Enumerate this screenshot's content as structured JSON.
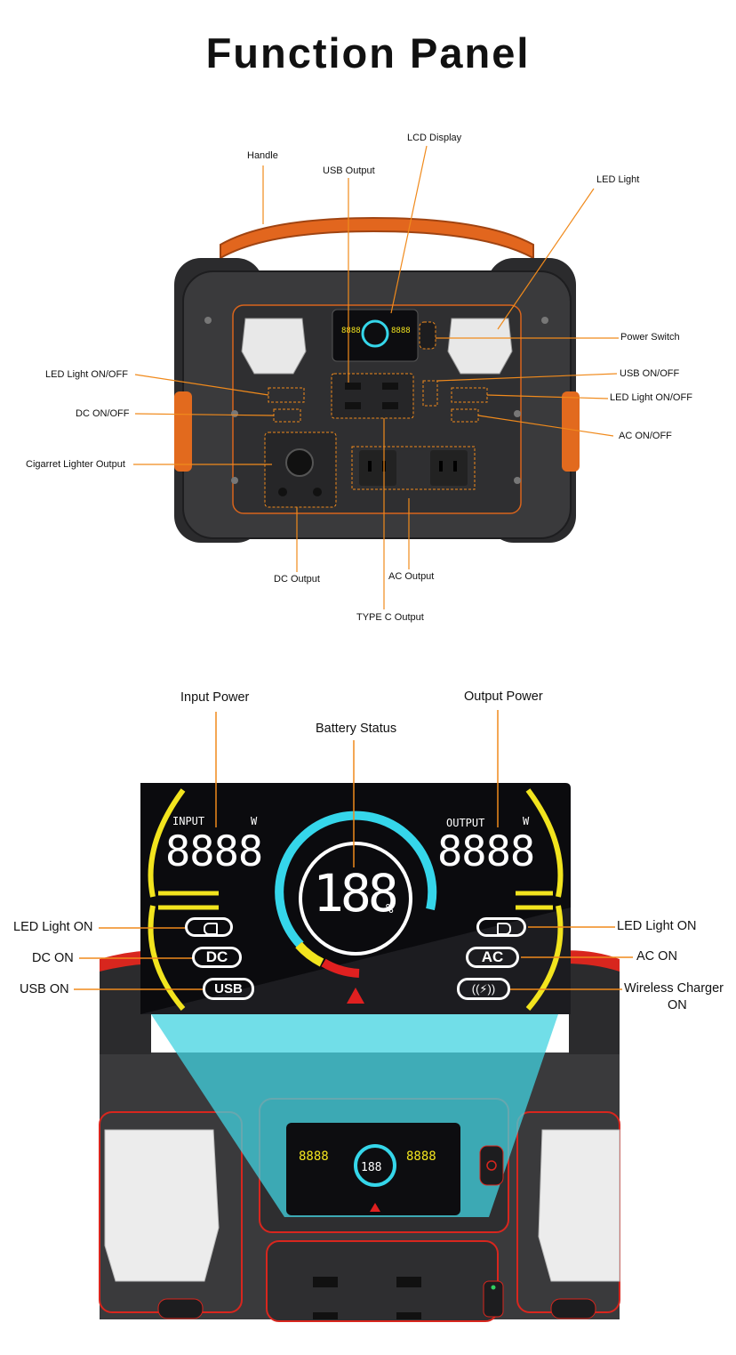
{
  "title": "Function Panel",
  "top_labels": {
    "handle": "Handle",
    "lcd_display": "LCD Display",
    "usb_output": "USB Output",
    "led_light": "LED Light",
    "power_switch": "Power Switch",
    "led_light_onoff_left": "LED Light ON/OFF",
    "usb_onoff": "USB ON/OFF",
    "led_light_onoff_right": "LED Light ON/OFF",
    "dc_onoff": "DC ON/OFF",
    "ac_onoff": "AC ON/OFF",
    "cigarette_lighter_output": "Cigarret Lighter Output",
    "dc_output": "DC Output",
    "ac_output": "AC Output",
    "type_c_output": "TYPE C Output"
  },
  "bottom_labels": {
    "input_power": "Input Power",
    "battery_status": "Battery Status",
    "output_power": "Output Power",
    "led_light_on_left": "LED Light ON",
    "dc_on": "DC ON",
    "usb_on": "USB ON",
    "led_light_on_right": "LED Light ON",
    "ac_on": "AC ON",
    "wireless_charger_on_line1": "Wireless Charger",
    "wireless_charger_on_line2": "ON"
  },
  "lcd": {
    "input_label": "INPUT",
    "output_label": "OUTPUT",
    "unit_w": "W",
    "input_digits": "8888",
    "output_digits": "8888",
    "battery_digits": "188",
    "percent": "%",
    "dc_badge": "DC",
    "usb_badge": "USB",
    "ac_badge": "AC"
  },
  "colors": {
    "orange_accent": "#f08a1c",
    "lcd_background": "#0b0b0e",
    "cyan_ring": "#35d6ea",
    "yellow_bracket": "#f2e41e",
    "red_warning": "#e02020",
    "unit_body": "#3a3a3c"
  }
}
